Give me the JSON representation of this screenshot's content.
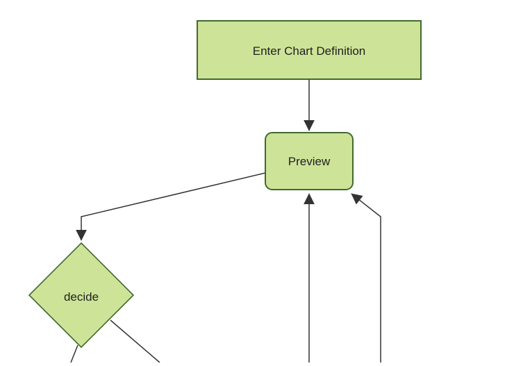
{
  "diagram": {
    "kind": "flowchart",
    "direction": "top-down",
    "nodes": [
      {
        "id": "enter-chart-definition",
        "label": "Enter Chart Definition",
        "shape": "rectangle"
      },
      {
        "id": "preview",
        "label": "Preview",
        "shape": "rounded-rectangle"
      },
      {
        "id": "decide",
        "label": "decide",
        "shape": "diamond"
      }
    ],
    "edges": [
      {
        "from": "enter-chart-definition",
        "to": "preview",
        "arrowhead": true
      },
      {
        "from": "preview",
        "to": "decide",
        "arrowhead": true
      },
      {
        "from": "offscreen-bottom-left",
        "to": "preview",
        "arrowhead": true
      },
      {
        "from": "offscreen-bottom-right",
        "to": "preview",
        "arrowhead": true
      },
      {
        "from": "decide",
        "to": "offscreen-bottom-1",
        "arrowhead": false
      },
      {
        "from": "decide",
        "to": "offscreen-bottom-2",
        "arrowhead": false
      }
    ]
  },
  "colors": {
    "background": "#ffffff",
    "node_fill": "#cde498",
    "node_border": "#41692e",
    "edge_color": "#333333",
    "label_color": "#1f1f1f"
  }
}
